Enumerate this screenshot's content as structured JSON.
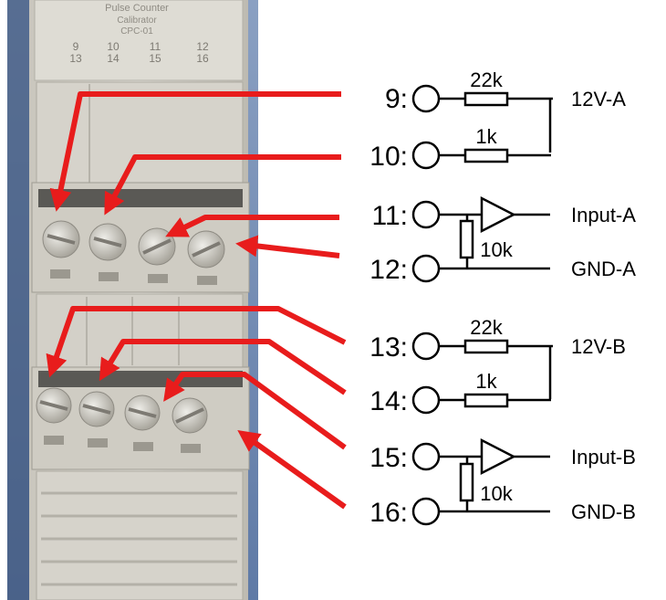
{
  "device_label": {
    "line1": "Pulse Counter",
    "line2": "Calibrator",
    "line3": "CPC-01",
    "top_numbers": [
      "9",
      "10",
      "11",
      "12"
    ],
    "bottom_numbers": [
      "13",
      "14",
      "15",
      "16"
    ]
  },
  "terminals": [
    {
      "id": "t9",
      "label": "9:"
    },
    {
      "id": "t10",
      "label": "10:"
    },
    {
      "id": "t11",
      "label": "11:"
    },
    {
      "id": "t12",
      "label": "12:"
    },
    {
      "id": "t13",
      "label": "13:"
    },
    {
      "id": "t14",
      "label": "14:"
    },
    {
      "id": "t15",
      "label": "15:"
    },
    {
      "id": "t16",
      "label": "16:"
    }
  ],
  "circuit_a": {
    "r_top": "22k",
    "r_mid": "1k",
    "r_pull": "10k",
    "out_supply": "12V-A",
    "out_input": "Input-A",
    "out_gnd": "GND-A"
  },
  "circuit_b": {
    "r_top": "22k",
    "r_mid": "1k",
    "r_pull": "10k",
    "out_supply": "12V-B",
    "out_input": "Input-B",
    "out_gnd": "GND-B"
  },
  "colors": {
    "arrow": "#e81c1c",
    "wire": "#000000",
    "housing": "#d8d6cf",
    "background_blue": "#7b93b8"
  }
}
